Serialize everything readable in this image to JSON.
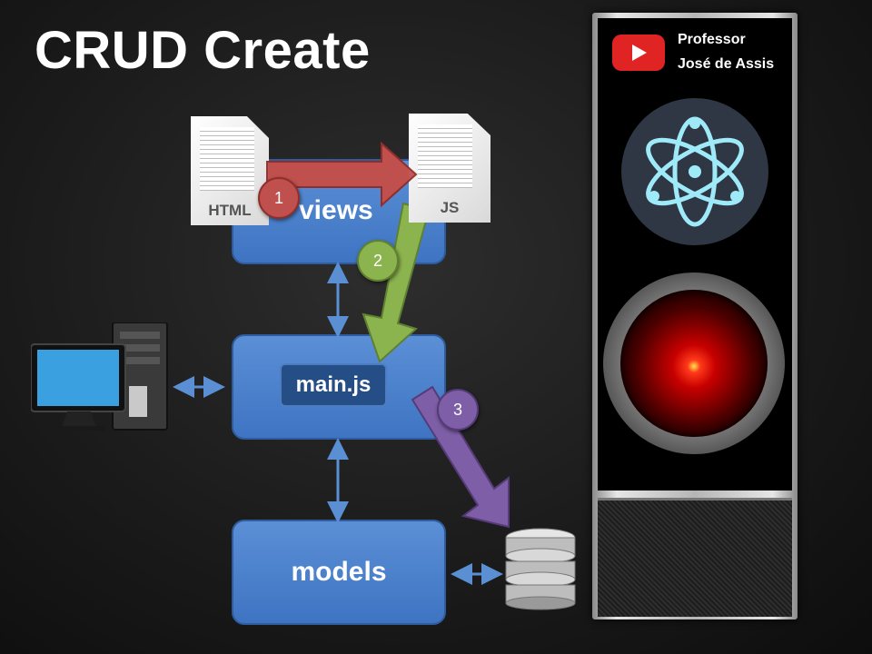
{
  "title": "CRUD Create",
  "boxes": {
    "views": "views",
    "main": "main.js",
    "models": "models"
  },
  "files": {
    "html": "HTML",
    "js": "JS"
  },
  "steps": [
    "1",
    "2",
    "3"
  ],
  "sidebar": {
    "channel_line1": "Professor",
    "channel_line2": "José de Assis",
    "icons": [
      "youtube-icon",
      "electron-icon",
      "hal-eye-icon"
    ]
  },
  "colors": {
    "box_fill": "#4a80cc",
    "step1": "#c0504d",
    "step2": "#8cb44e",
    "step3": "#7e5ea6",
    "connector": "#4f81bd"
  }
}
